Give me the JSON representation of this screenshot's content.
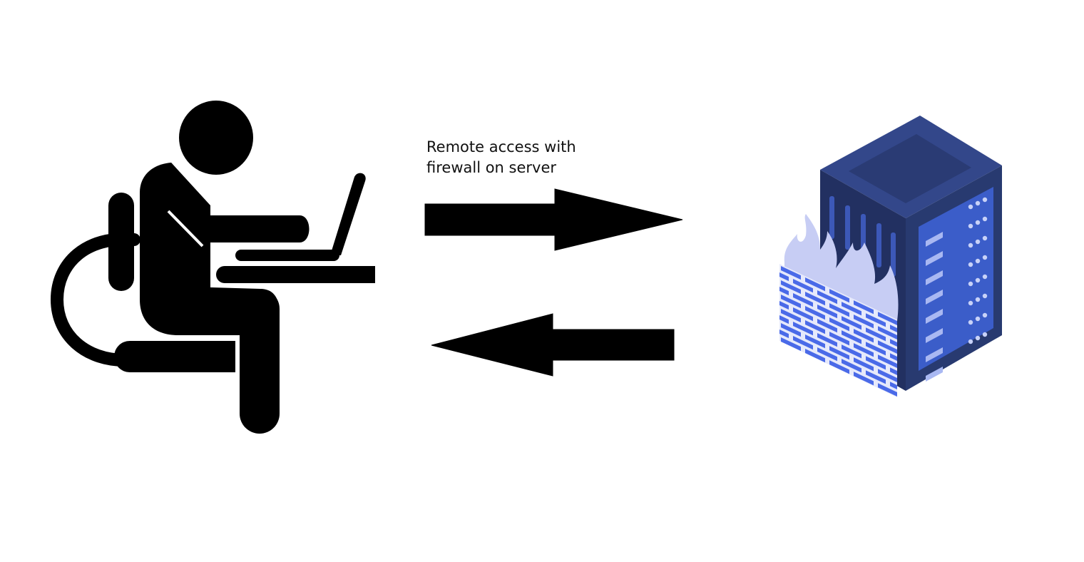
{
  "diagram": {
    "caption_lines": [
      "Remote access with",
      "firewall on server"
    ],
    "icons": {
      "user": "person-at-laptop-icon",
      "server": "server-with-firewall-icon"
    },
    "arrows": [
      {
        "direction": "right",
        "from": "user",
        "to": "server"
      },
      {
        "direction": "left",
        "from": "server",
        "to": "user"
      }
    ],
    "colors": {
      "user_icon": "#000000",
      "server_dark": "#283a70",
      "server_light": "#3b5dc9",
      "wall_brick": "#4a6ae8",
      "flame": "#c7cdf4"
    }
  }
}
